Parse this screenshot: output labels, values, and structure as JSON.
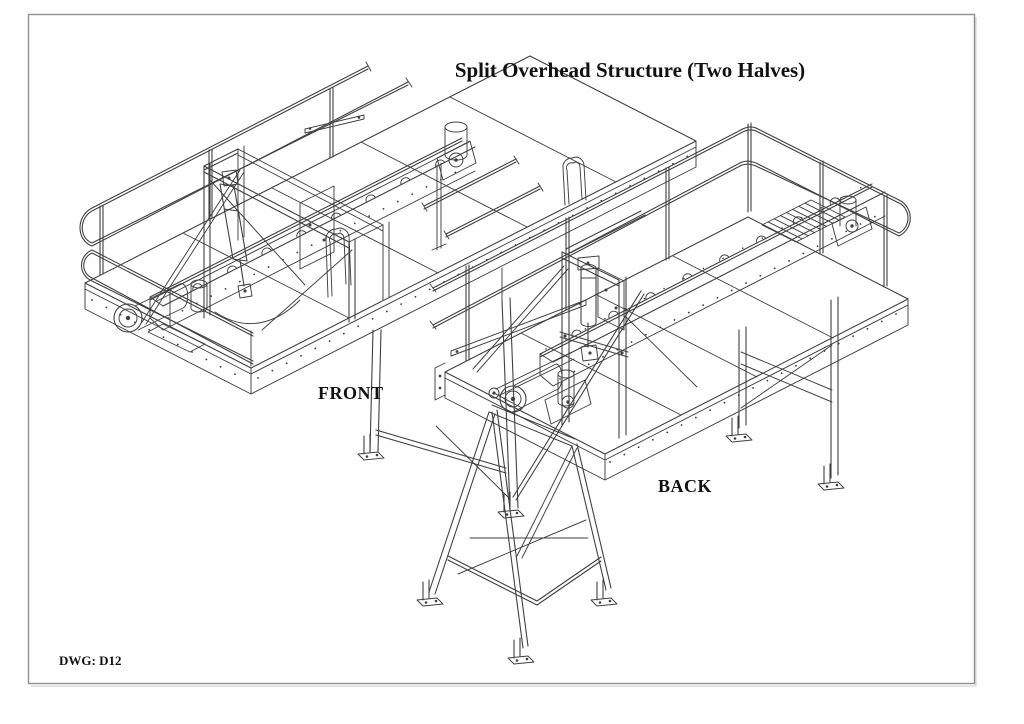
{
  "page": {
    "background": "#ffffff",
    "border_color": "#8f8f8f"
  },
  "titleblock": {
    "title": "Split Overhead Structure (Two Halves)",
    "dwg_ref": "DWG: D12"
  },
  "views": {
    "front": {
      "label": "FRONT"
    },
    "back": {
      "label": "BACK"
    }
  },
  "style": {
    "line_color": "#404040",
    "text_color": "#111111"
  }
}
